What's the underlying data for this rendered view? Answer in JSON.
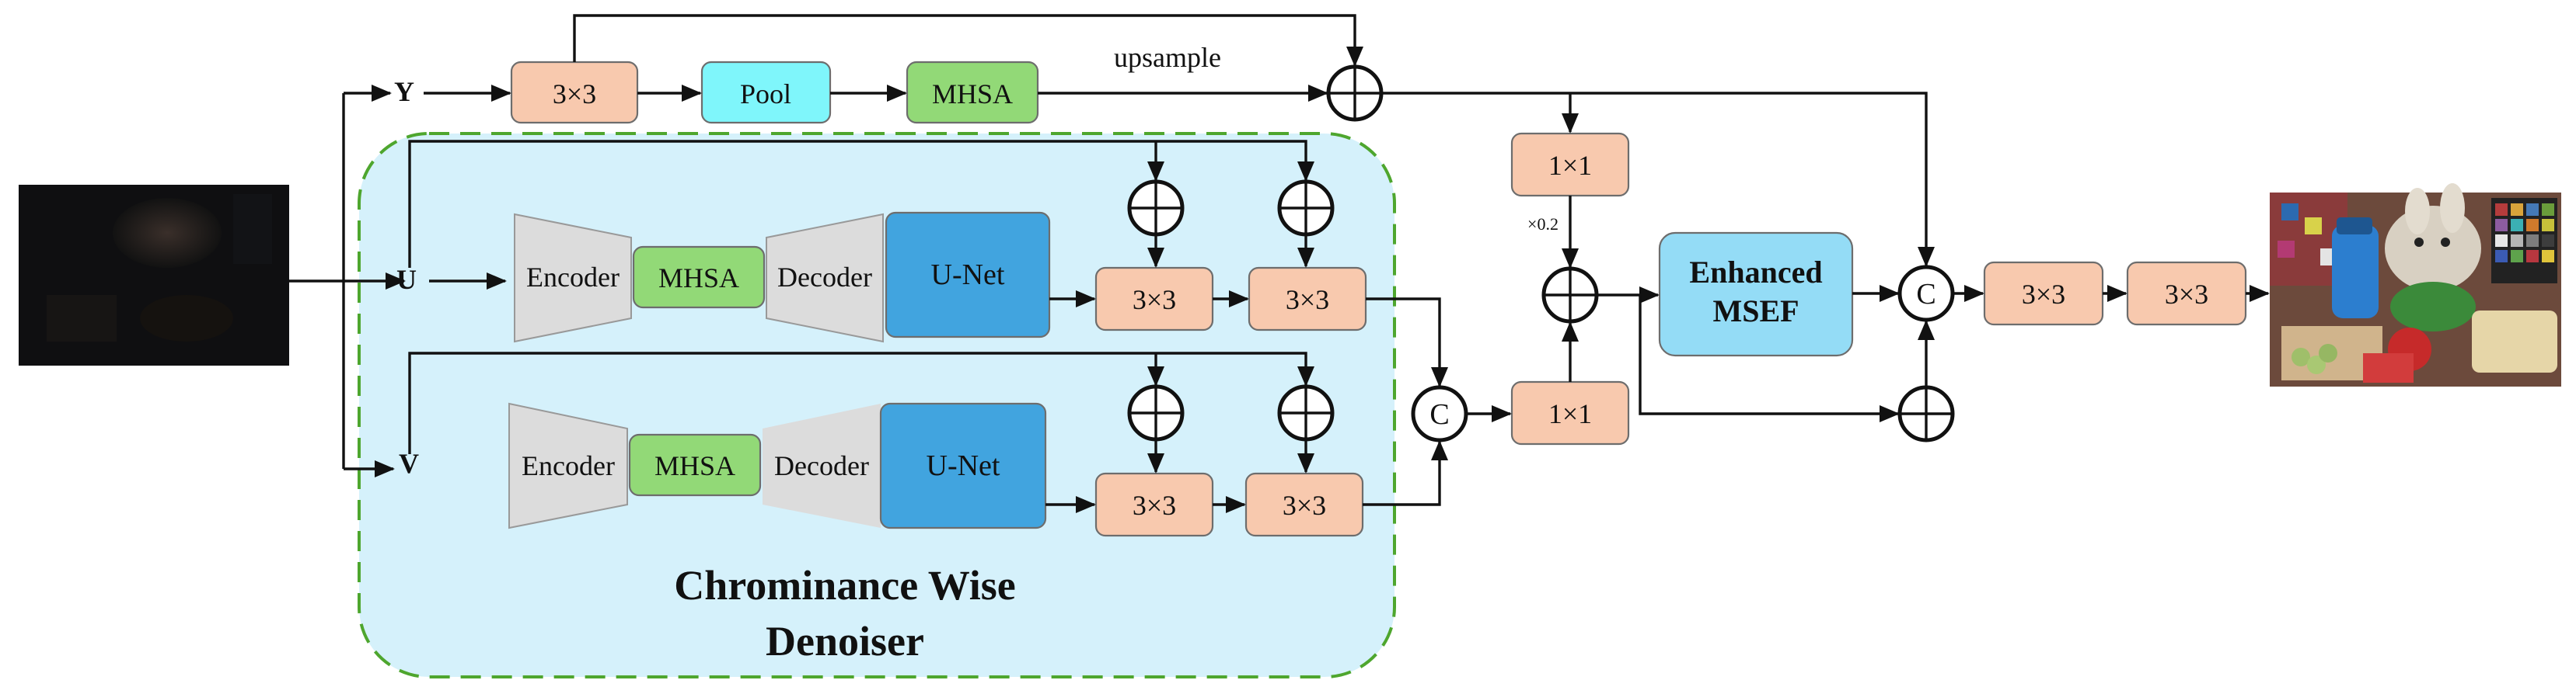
{
  "branches": {
    "y": "Y",
    "u": "U",
    "v": "V"
  },
  "y_path": {
    "conv": "3×3",
    "pool": "Pool",
    "mhsa": "MHSA",
    "upsample": "upsample"
  },
  "denoiser": {
    "title_line1": "Chrominance Wise",
    "title_line2": "Denoiser",
    "u_branch": {
      "encoder": "Encoder",
      "mhsa": "MHSA",
      "decoder": "Decoder",
      "unet": "U-Net",
      "conv1": "3×3",
      "conv2": "3×3"
    },
    "v_branch": {
      "encoder": "Encoder",
      "mhsa": "MHSA",
      "decoder": "Decoder",
      "unet": "U-Net",
      "conv1": "3×3",
      "conv2": "3×3"
    }
  },
  "fusion": {
    "concat": "C",
    "conv1x1_top": "1×1",
    "conv1x1_bottom": "1×1",
    "scale": "×0.2"
  },
  "msef": {
    "line1": "Enhanced",
    "line2": "MSEF"
  },
  "output_head": {
    "concat": "C",
    "conv1": "3×3",
    "conv2": "3×3"
  },
  "colors": {
    "conv": "#f8c9ae",
    "pool": "#7ff6fb",
    "mhsa": "#92d977",
    "unet": "#41a4df",
    "msef": "#94dcf6",
    "denoiser_bg": "#d5f1fb",
    "denoiser_border": "#4ea62e",
    "encoder_decoder": "#dcdcdc"
  }
}
